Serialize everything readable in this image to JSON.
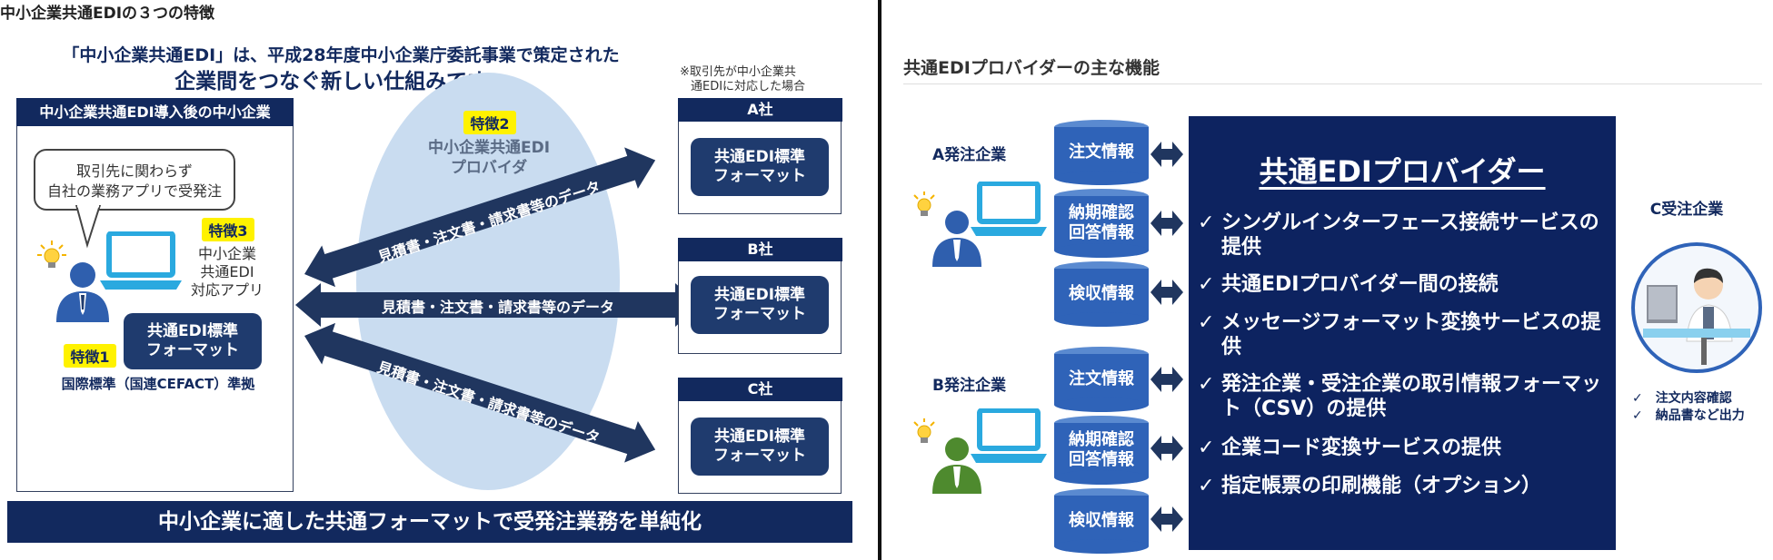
{
  "left": {
    "title": "中小企業共通EDIの３つの特徴",
    "headline1": "「中小企業共通EDI」は、平成28年度中小企業庁委託事業で策定された",
    "headline2": "企業間をつなぐ新しい仕組みです。",
    "note1": "※取引先が中小企業共",
    "note2": "通EDIに対応した場合",
    "sme_box_title": "中小企業共通EDI導入後の中小企業",
    "bubble_line1": "取引先に関わらず",
    "bubble_line2": "自社の業務アプリで受発注",
    "badge3": "特徴3",
    "app_label": "中小企業\n共通EDI\n対応アプリ",
    "format_label": "共通EDI標準\nフォーマット",
    "badge1": "特徴1",
    "standard_label": "国際標準（国連CEFACT）準拠",
    "badge2": "特徴2",
    "provider_label": "中小企業共通EDI\nプロバイダ",
    "data_label": "見積書・注文書・請求書等のデータ",
    "companies": [
      {
        "name": "A社",
        "format": "共通EDI標準\nフォーマット"
      },
      {
        "name": "B社",
        "format": "共通EDI標準\nフォーマット"
      },
      {
        "name": "C社",
        "format": "共通EDI標準\nフォーマット"
      }
    ],
    "footer": "中小企業に適した共通フォーマットで受発注業務を単純化"
  },
  "right": {
    "title": "共通EDIプロバイダーの主な機能",
    "company_a": "A発注企業",
    "company_b": "B発注企業",
    "company_c": "C受注企業",
    "db_a": [
      "注文情報",
      "納期確認\n回答情報",
      "検収情報"
    ],
    "db_b": [
      "注文情報",
      "納期確認\n回答情報",
      "検収情報"
    ],
    "provider_title": "共通EDIプロバイダー",
    "check": "✓",
    "features": [
      "シングルインターフェース接続サービスの提供",
      "共通EDIプロバイダー間の接続",
      "メッセージフォーマット変換サービスの提供",
      "発注企業・受注企業の取引情報フォーマット（CSV）の提供",
      "企業コード変換サービスの提供",
      "指定帳票の印刷機能（オプション）"
    ],
    "c_notes": [
      "✓　注文内容確認",
      "✓　納品書など出力"
    ]
  },
  "colors": {
    "navy": "#12295e",
    "badge": "#fff200",
    "ellipse": "#c9dcf0",
    "db": "#2f63b8"
  }
}
